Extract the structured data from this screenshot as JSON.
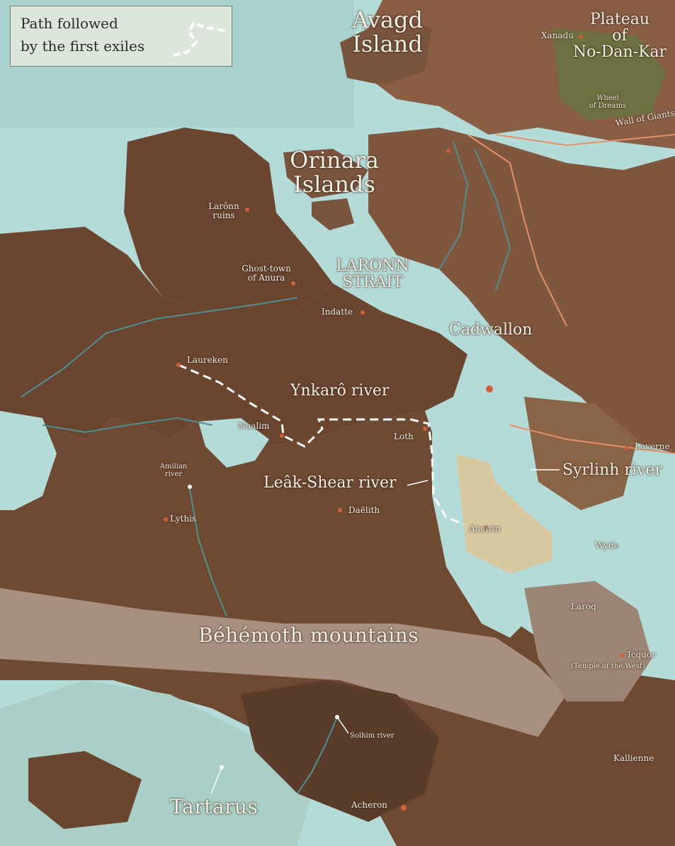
{
  "legend": {
    "line1": "Path followed",
    "line2": "by the first exiles"
  },
  "colors": {
    "water": "#b5dbd9",
    "land_dark": "#6a4631",
    "land_mid": "#8a6446",
    "mountain": "#a89080",
    "path": "#ffffff",
    "road": "#e6906a",
    "river": "#4e8f94"
  },
  "labels": {
    "avagd": "Avagd",
    "avagd2": "Island",
    "plateau1": "Plateau",
    "plateau2": "of",
    "plateau3": "No-Dan-Kar",
    "xanadu": "Xanadu",
    "wheel1": "Wheel",
    "wheel2": "of Dreams",
    "wall": "Wall of Giants",
    "orinara1": "Orinara",
    "orinara2": "Islands",
    "laronn_ruins1": "Larônn",
    "laronn_ruins2": "ruins",
    "ghost1": "Ghost-town",
    "ghost2": "of Anura",
    "strait1": "LARONN",
    "strait2": "STRAIT",
    "indatte": "Indatte",
    "cadwallon": "Cadwallon",
    "laureken": "Laureken",
    "ynkaro": "Ynkarô river",
    "nualim": "Nualim",
    "loth": "Loth",
    "laverne": "Laverne",
    "amilian1": "Amilian",
    "amilian2": "river",
    "syrlinh": "Syrlinh river",
    "leak": "Leâk-Shear river",
    "daelith": "Daëlith",
    "lythis": "Lythis",
    "aneirin": "Aneirin",
    "wyde": "Wyde",
    "laroq": "Laroq",
    "behemoth": "Béhémoth mountains",
    "icquor": "Icquor",
    "temple": "(Temple of the West)",
    "solhim": "Solhim river",
    "kallienne": "Kallienne",
    "tartarus": "Tartarus",
    "acheron": "Acheron"
  }
}
